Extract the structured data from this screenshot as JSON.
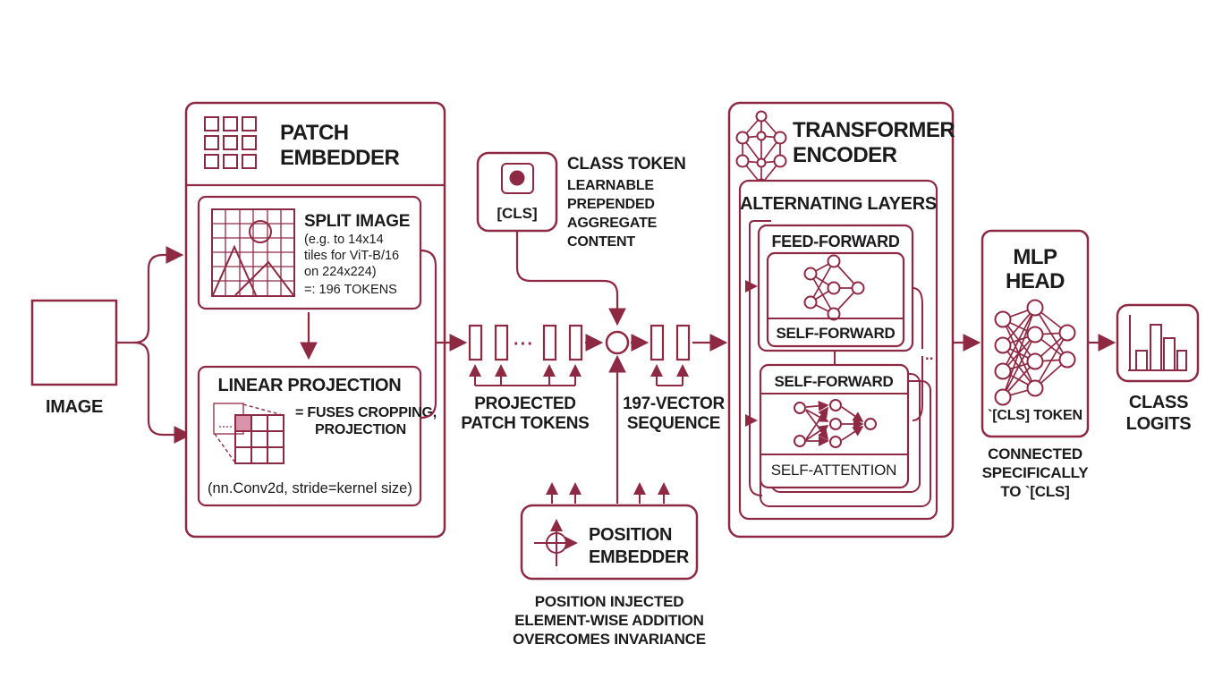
{
  "colors": {
    "accent": "#8e2944",
    "text": "#1b1b1b",
    "cell_fill": "#d993aa"
  },
  "image": {
    "label": "IMAGE"
  },
  "patch_embedder": {
    "title": [
      "PATCH",
      "EMBEDDER"
    ],
    "split": {
      "title": "SPLIT IMAGE",
      "lines": [
        "(e.g. to 14x14",
        "tiles for ViT-B/16",
        "on 224x224)",
        "=: 196 TOKENS"
      ]
    },
    "linear": {
      "title": "LINEAR PROJECTION",
      "note": [
        "= FUSES CROPPING,",
        "PROJECTION"
      ],
      "code": "(nn.Conv2d, stride=kernel size)"
    }
  },
  "class_token": {
    "tag": "[CLS]",
    "title": "CLASS TOKEN",
    "lines": [
      "LEARNABLE",
      "PREPENDED",
      "AGGREGATE",
      "CONTENT"
    ]
  },
  "sequence": {
    "dots": "···",
    "projected_label": [
      "PROJECTED",
      "PATCH TOKENS"
    ],
    "vector_label": [
      "197-VECTOR",
      "SEQUENCE"
    ]
  },
  "position_embedder": {
    "title": [
      "POSITION",
      "EMBEDDER"
    ],
    "notes": [
      "POSITION INJECTED",
      "ELEMENT-WISE ADDITION",
      "OVERCOMES INVARIANCE"
    ]
  },
  "transformer": {
    "title": [
      "TRANSFORMER",
      "ENCODER"
    ],
    "alternating_title": "ALTERNATING LAYERS",
    "feed_forward": "FEED-FORWARD",
    "self_forward_caption": "SELF-FORWARD",
    "self_forward_header": "SELF-FORWARD",
    "self_attention": "SELF-ATTENTION",
    "repeat_dots": ".."
  },
  "mlp_head": {
    "title": [
      "MLP",
      "HEAD"
    ],
    "caption": "`[CLS] TOKEN",
    "notes": [
      "CONNECTED",
      "SPECIFICALLY",
      "TO `[CLS]"
    ]
  },
  "class_logits": {
    "title": [
      "CLASS",
      "LOGITS"
    ]
  }
}
